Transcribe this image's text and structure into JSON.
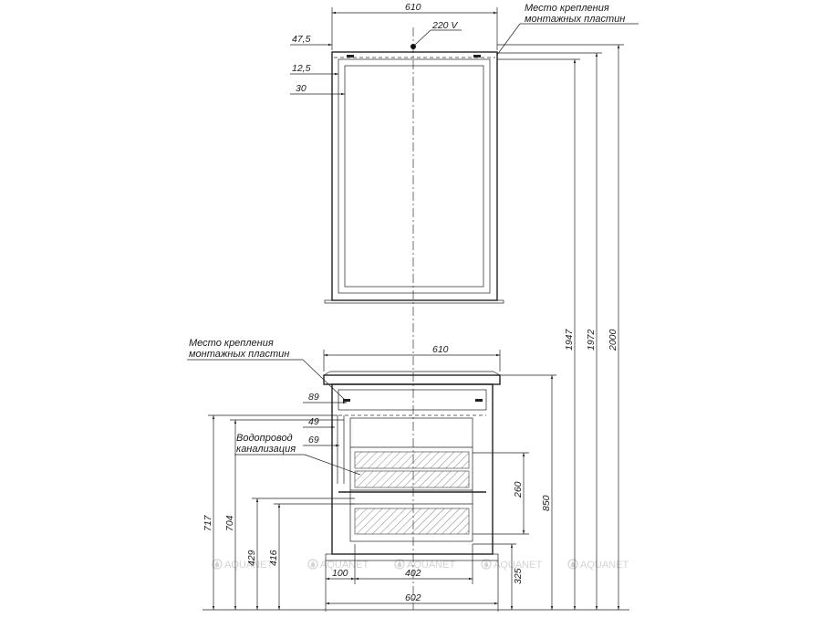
{
  "mirror": {
    "width_label": "610",
    "power_label": "220 V",
    "dim_left_top": "47,5",
    "dim_left_mid": "12,5",
    "dim_left_low": "30",
    "mount_note_line1": "Место крепления",
    "mount_note_line2": "монтажных пластин"
  },
  "cabinet": {
    "width_label": "610",
    "mount_note_line1": "Место крепления",
    "mount_note_line2": "монтажных пластин",
    "dim_89": "89",
    "dim_49": "49",
    "dim_69": "69",
    "water_label_line1": "Водопровод",
    "water_label_line2": "канализация",
    "dim_260": "260",
    "dim_850": "850",
    "dim_100": "100",
    "dim_402": "402",
    "dim_602": "602",
    "dim_325": "325"
  },
  "heights": {
    "h717": "717",
    "h704": "704",
    "h429": "429",
    "h416": "416",
    "h1947": "1947",
    "h1972": "1972",
    "h2000": "2000"
  },
  "watermark": {
    "text": "AQUANET",
    "icon": "aquanet-drop-icon"
  }
}
